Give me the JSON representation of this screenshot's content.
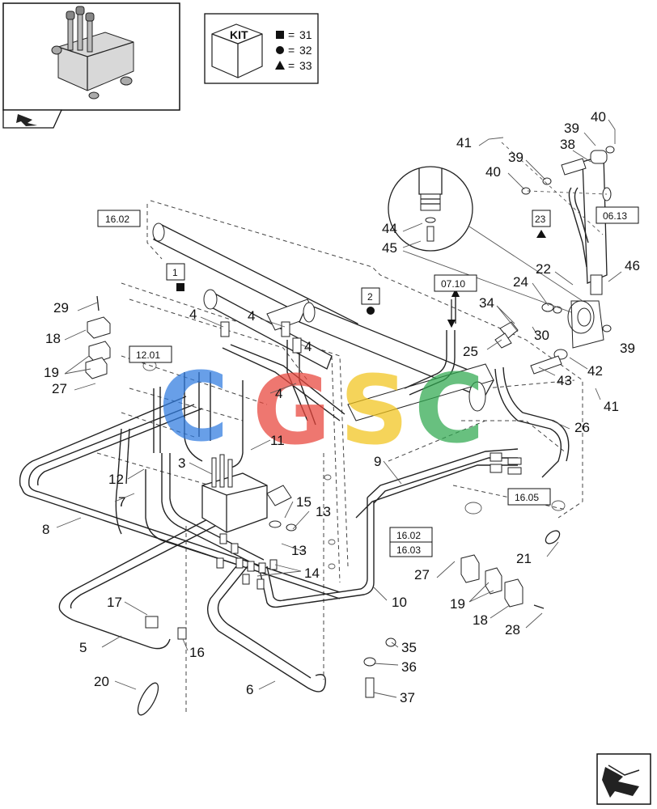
{
  "kit_legend": {
    "title": "KIT",
    "rows": [
      {
        "symbol": "square-icon",
        "value": "31"
      },
      {
        "symbol": "circle-icon",
        "value": "32"
      },
      {
        "symbol": "triangle-icon",
        "value": "33"
      }
    ],
    "equals": "="
  },
  "reference_boxes": {
    "r1": "16.02",
    "r2": "12.01",
    "r3": "07.10",
    "r4": "06.13",
    "r5": "16.05",
    "r6": "16.02",
    "r7": "16.03"
  },
  "boxed_callouts": {
    "b1": "1",
    "b2": "2",
    "b23": "23"
  },
  "callouts": {
    "c41a": "41",
    "c38": "38",
    "c40a": "40",
    "c39a": "39",
    "c39b": "39",
    "c40b": "40",
    "c44": "44",
    "c45": "45",
    "c22": "22",
    "c24": "24",
    "c46": "46",
    "c29": "29",
    "c18a": "18",
    "c19a": "19",
    "c27a": "27",
    "c4a": "4",
    "c4b": "4",
    "c4c": "4",
    "c4d": "4",
    "c34": "34",
    "c30": "30",
    "c39c": "39",
    "c25": "25",
    "c42": "42",
    "c43": "43",
    "c41b": "41",
    "c26": "26",
    "c3": "3",
    "c11": "11",
    "c12": "12",
    "c9": "9",
    "c7": "7",
    "c8": "8",
    "c15": "15",
    "c13a": "13",
    "c13b": "13",
    "c14": "14",
    "c21": "21",
    "c27b": "27",
    "c19b": "19",
    "c18b": "18",
    "c28": "28",
    "c10": "10",
    "c17": "17",
    "c5": "5",
    "c16": "16",
    "c20": "20",
    "c6": "6",
    "c35": "35",
    "c36": "36",
    "c37": "37"
  },
  "watermark": {
    "letters": [
      "C",
      "G",
      "S",
      "C"
    ],
    "colors": [
      "#2f7be0",
      "#e8443a",
      "#f2c41b",
      "#2fa84f"
    ]
  },
  "icons": {
    "thumbnail": "control-valve-thumbnail-icon",
    "previous": "previous-page-arrow-icon",
    "next": "next-page-arrow-icon"
  }
}
